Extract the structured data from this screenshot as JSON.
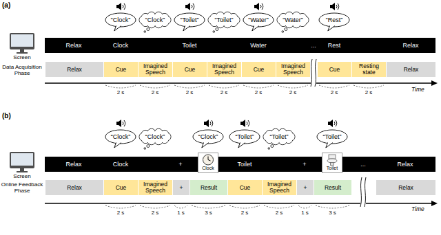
{
  "diagram": {
    "nodes": [
      {
        "text": [
          "“Clock”"
        ]
      },
      {
        "text": [
          "“Clock”"
        ]
      },
      {
        "text": [
          "“Toilet”"
        ]
      },
      {
        "text": [
          "“Toilet”"
        ]
      },
      {
        "text": [
          "“Water”"
        ]
      },
      {
        "text": [
          "“Water”"
        ]
      },
      {
        "text": [
          "“Rest”"
        ]
      },
      {
        "text": [
          "Relax",
          "Clock",
          "Toilet",
          "Water",
          "...",
          "Rest",
          "Relax"
        ]
      },
      {
        "text": [
          "Relax"
        ]
      },
      {
        "text": [
          "Cue"
        ]
      },
      {
        "text": [
          "Imagined Speech"
        ]
      },
      {
        "text": [
          "Cue"
        ]
      },
      {
        "text": [
          "Imagined Speech"
        ]
      },
      {
        "text": [
          "Cue"
        ]
      },
      {
        "text": [
          "Imagined Speech"
        ]
      },
      {
        "text": [
          "Cue"
        ]
      },
      {
        "text": [
          "Resting state"
        ]
      },
      {
        "text": [
          "Relax"
        ]
      },
      {
        "text": [
          "“Clock”"
        ]
      },
      {
        "text": [
          "“Clock”"
        ]
      },
      {
        "text": [
          "“Clock”"
        ]
      },
      {
        "text": [
          "“Toilet”"
        ]
      },
      {
        "text": [
          "“Toilet”"
        ]
      },
      {
        "text": [
          "“Toilet”"
        ]
      },
      {
        "text": [
          "Relax",
          "Clock",
          "+",
          "Toilet",
          "+",
          "...",
          "Relax"
        ]
      },
      {
        "text": [
          "Clock"
        ],
        "in": 24
      },
      {
        "text": [
          "Toilet"
        ],
        "in": 24
      },
      {
        "text": [
          "Relax"
        ]
      },
      {
        "text": [
          "Cue"
        ]
      },
      {
        "text": [
          "Imagined Speech"
        ]
      },
      {
        "text": [
          "+"
        ]
      },
      {
        "text": [
          "Result"
        ]
      },
      {
        "text": [
          "Cue"
        ]
      },
      {
        "text": [
          "Imagined Speech"
        ]
      },
      {
        "text": [
          "+"
        ]
      },
      {
        "text": [
          "Result"
        ]
      },
      {
        "text": [
          "Relax"
        ]
      }
    ],
    "labels": [
      "(a)",
      "Screen",
      "Data Acquisition Phase",
      "2 s",
      "2 s",
      "2 s",
      "2 s",
      "2 s",
      "2 s",
      "2 s",
      "2 s",
      "Time",
      "(b)",
      "Screen",
      "Online Feedback Phase",
      "2 s",
      "2 s",
      "1 s",
      "3 s",
      "2 s",
      "2 s",
      "1 s",
      "3 s",
      "Time"
    ]
  }
}
